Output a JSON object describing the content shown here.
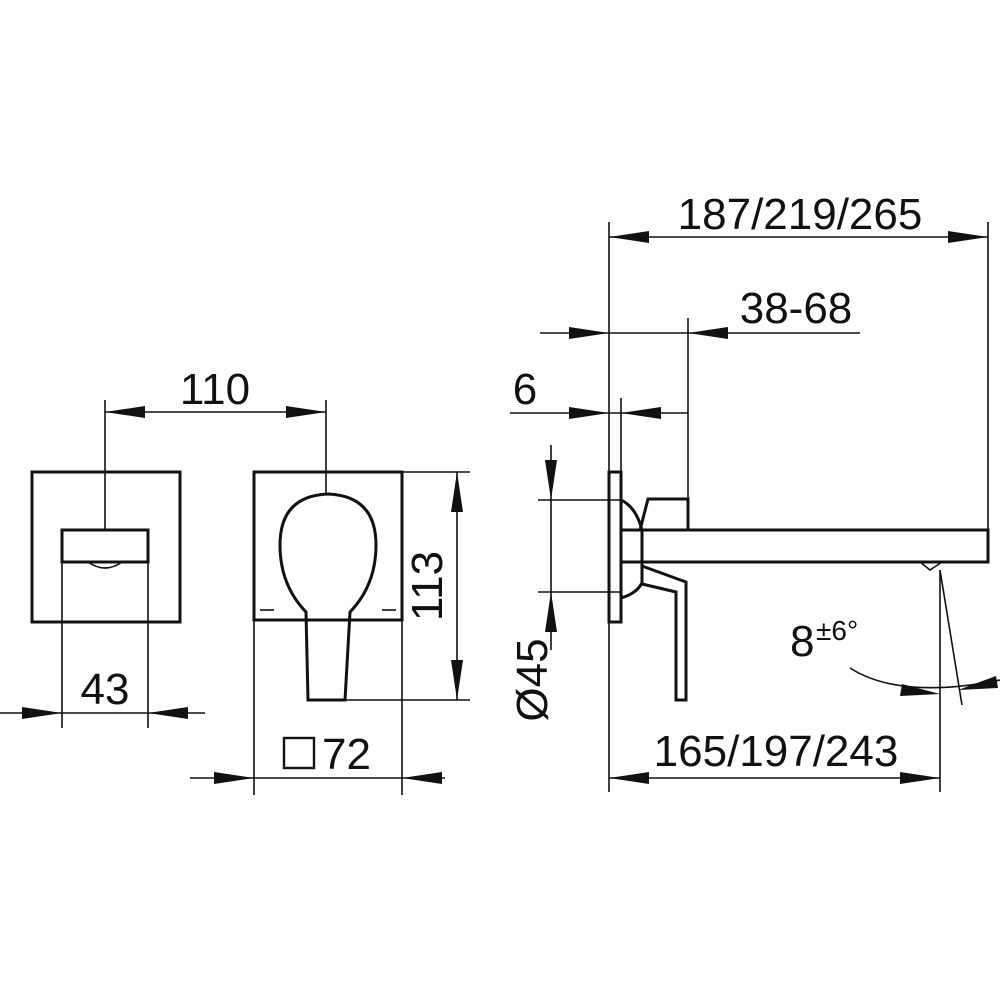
{
  "dimensions": {
    "d110": "110",
    "d43": "43",
    "d113": "113",
    "d72": "72",
    "d45": "Ø45",
    "d187": "187/219/265",
    "d38": "38-68",
    "d6": "6",
    "d165": "165/197/243",
    "angle_main": "8",
    "angle_tol": "±6°"
  }
}
